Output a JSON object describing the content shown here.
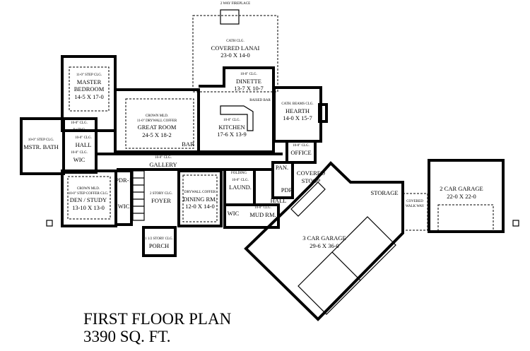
{
  "title": "FIRST FLOOR PLAN",
  "area": "3390 SQ. FT.",
  "rooms": {
    "lanai": {
      "note": "CATH CLG.",
      "name": "COVERED LANAI",
      "dims": "23-0 X 14-0"
    },
    "fireplace": "2 WAY FIREPLACE",
    "master_bedroom": {
      "note": "11-0\" STEP CLG.",
      "name1": "MASTER",
      "name2": "BEDROOM",
      "dims": "14-5 X 17-0"
    },
    "dinette": {
      "note": "10-0\" CLG.",
      "name": "DINETTE",
      "dims": "13-7 X 10-7"
    },
    "great_room": {
      "note1": "CROWN MLD.",
      "note2": "11-0\" DRYWALL COFFER",
      "name": "GREAT ROOM",
      "dims": "24-5 X 18-2"
    },
    "kitchen": {
      "note": "10-0\" CLG.",
      "name": "KITCHEN",
      "dims": "17-6 X 13-9"
    },
    "raised_bar": "RAISED BAR",
    "bar": "BAR",
    "hearth": {
      "note": "CATH. BEAMS CLG.",
      "name": "HEARTH",
      "dims": "14-0 X 15-7"
    },
    "office": {
      "note": "10-0\" CLG.",
      "name": "OFFICE"
    },
    "master_bath": {
      "note": "10-0\" STEP CLG.",
      "name": "MSTR. BATH"
    },
    "wic_upper": {
      "note": "10-0\" CLG.",
      "name": "WIC"
    },
    "hall": {
      "note": "10-0\" CLG.",
      "name": "HALL"
    },
    "wic_lower": {
      "note": "10-0\" CLG.",
      "name": "WIC"
    },
    "gallery": {
      "note": "10-0\" CLG.",
      "name": "GALLERY"
    },
    "den": {
      "note1": "CROWN MLD.",
      "note2": "10-0\" STEP COFFER CLG.",
      "name": "DEN / STUDY",
      "dims": "13-10 X 13-0"
    },
    "pdr1": "PDR-1",
    "den_wic": "WIC",
    "foyer": {
      "note": "2 STORY CLG.",
      "name": "FOYER"
    },
    "dining": {
      "note": "DRYWALL COFFER",
      "name": "DINING RM.",
      "dims": "12-0 X 14-0"
    },
    "porch": {
      "note": "1 1/2 STORY CLG.",
      "name": "PORCH"
    },
    "laundry": {
      "note": "10-0\" CLG.",
      "name": "LAUND.",
      "folding": "FOLDING"
    },
    "mud_wic": "WIC",
    "mud_room": {
      "note": "10-0\" CLG.",
      "name": "MUD RM."
    },
    "pantry": "PAN.",
    "covered_stoop": {
      "name1": "COVERED",
      "name2": "STOOP"
    },
    "pdr": "PDR",
    "garage_hall": "HALL",
    "storage": "STORAGE",
    "garage3": {
      "name": "3 CAR GARAGE",
      "dims": "29-6 X 36-0"
    },
    "walkway": {
      "name1": "COVERED",
      "name2": "WALK WAY"
    },
    "garage2": {
      "name": "2 CAR GARAGE",
      "dims": "22-0 X 22-0"
    }
  }
}
